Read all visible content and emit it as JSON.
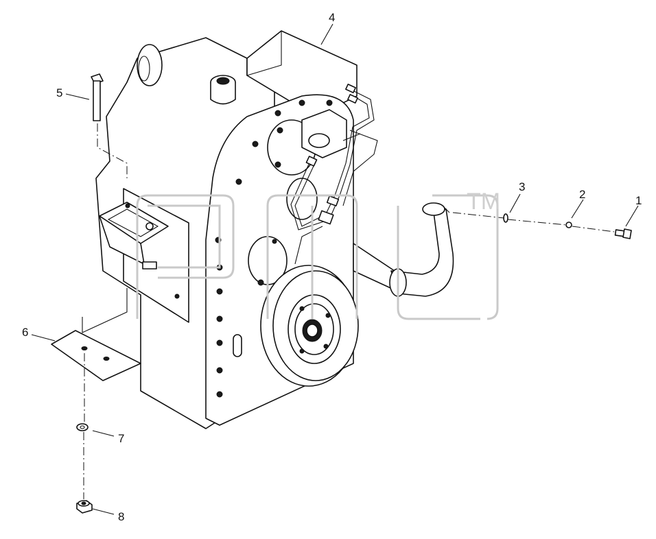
{
  "diagram": {
    "callouts": [
      {
        "id": "1",
        "label": "1"
      },
      {
        "id": "2",
        "label": "2"
      },
      {
        "id": "3",
        "label": "3"
      },
      {
        "id": "4",
        "label": "4"
      },
      {
        "id": "5",
        "label": "5"
      },
      {
        "id": "6",
        "label": "6"
      },
      {
        "id": "7",
        "label": "7"
      },
      {
        "id": "8",
        "label": "8"
      }
    ],
    "watermark": {
      "tm": "TM"
    },
    "colors": {
      "line": "#111111",
      "watermark": "#c9c9c9",
      "background": "#ffffff"
    }
  }
}
